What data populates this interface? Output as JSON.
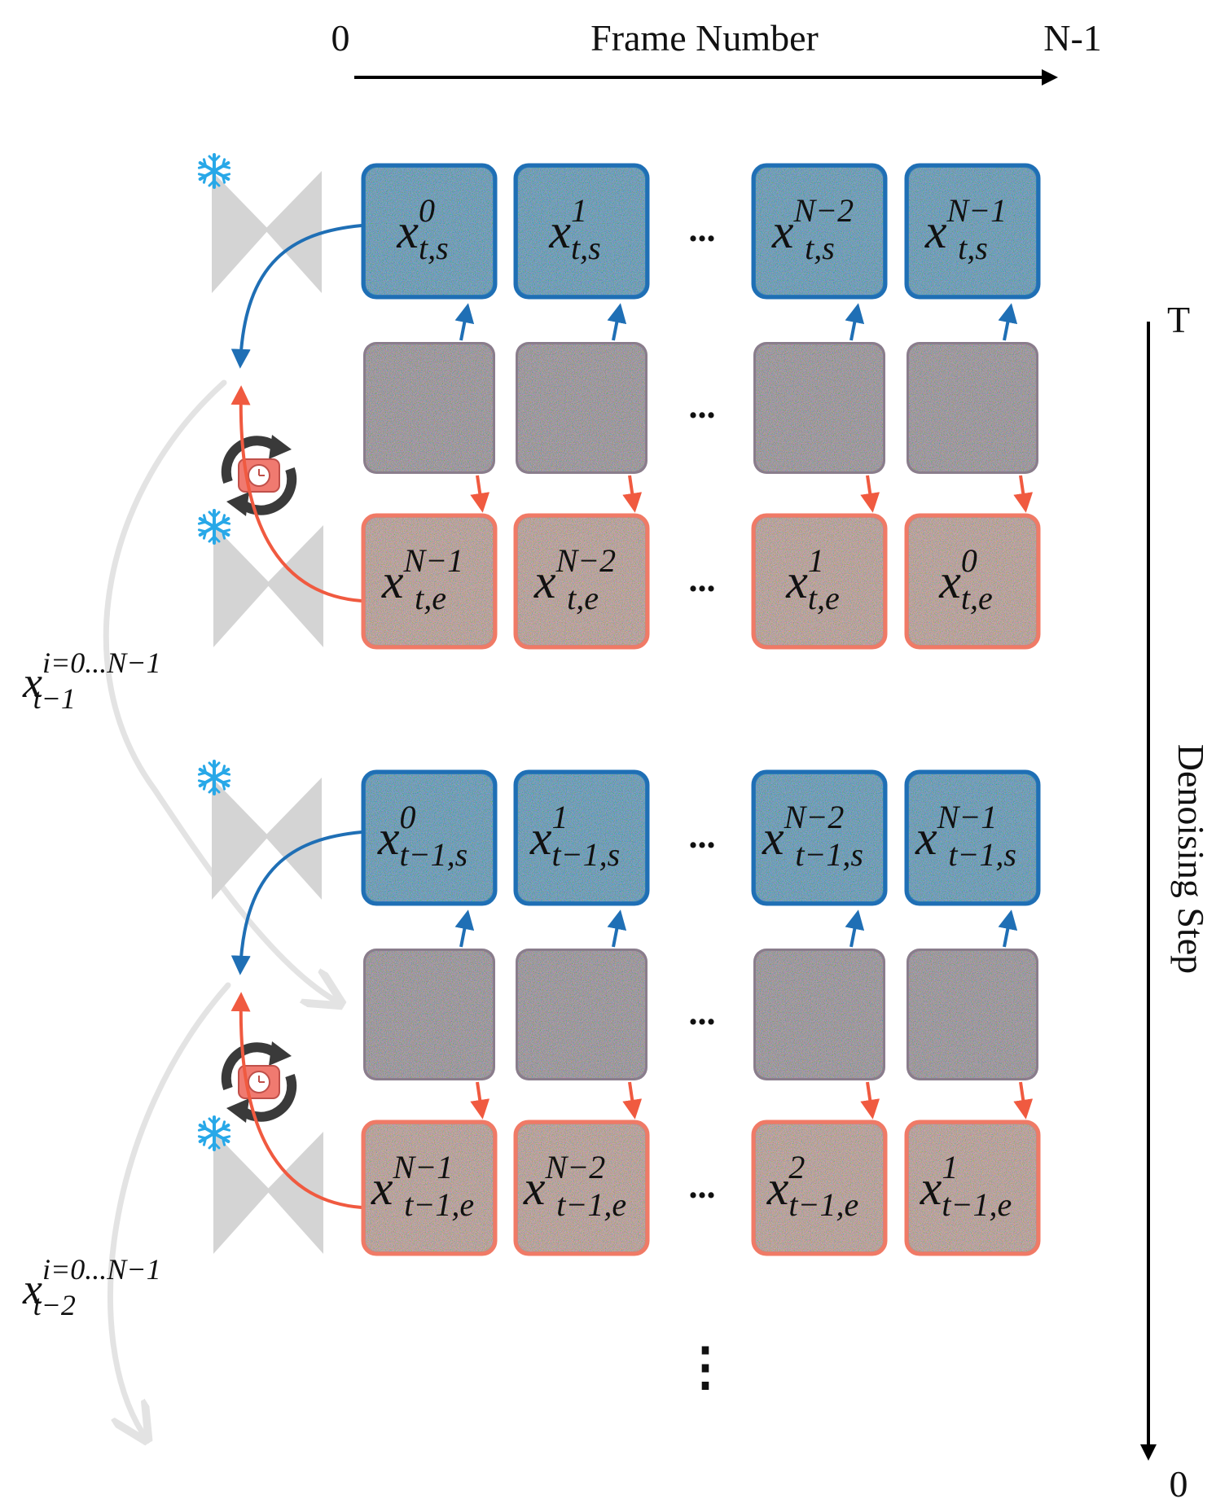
{
  "axes": {
    "frame_start": "0",
    "frame_title": "Frame Number",
    "frame_end": "N-1",
    "step_top": "T",
    "step_title": "Denoising Step",
    "step_bottom": "0"
  },
  "ellipsis": "...",
  "vertical_ellipsis": "⋮",
  "colors": {
    "blue_tile": "#3a86b8",
    "blue_border": "#1f6fb5",
    "red_tile": "#b98f8a",
    "red_border": "#f07a66",
    "noise_tile": "#8a7d8c",
    "blue_arrow": "#1f6fb5",
    "red_arrow": "#f05a40",
    "gray_arrow": "#e3e3e3",
    "model_gray": "#d4d4d4",
    "snowflake": "#28a8e8"
  },
  "icons": {
    "frozen": "snowflake-icon",
    "model": "hourglass-model-icon",
    "reverse": "clock-cycle-icon"
  },
  "blocks": [
    {
      "start_row": [
        {
          "base": "x",
          "sup": "0",
          "sub": "t,s"
        },
        {
          "base": "x",
          "sup": "1",
          "sub": "t,s"
        },
        {
          "base": "x",
          "sup": "N−2",
          "sub": "t,s"
        },
        {
          "base": "x",
          "sup": "N−1",
          "sub": "t,s"
        }
      ],
      "end_row": [
        {
          "base": "x",
          "sup": "N−1",
          "sub": "t,e"
        },
        {
          "base": "x",
          "sup": "N−2",
          "sub": "t,e"
        },
        {
          "base": "x",
          "sup": "1",
          "sub": "t,e"
        },
        {
          "base": "x",
          "sup": "0",
          "sub": "t,e"
        }
      ],
      "side_label": {
        "base": "x",
        "sup": "i=0...N−1",
        "sub": "t−1"
      }
    },
    {
      "start_row": [
        {
          "base": "x",
          "sup": "0",
          "sub": "t−1,s"
        },
        {
          "base": "x",
          "sup": "1",
          "sub": "t−1,s"
        },
        {
          "base": "x",
          "sup": "N−2",
          "sub": "t−1,s"
        },
        {
          "base": "x",
          "sup": "N−1",
          "sub": "t−1,s"
        }
      ],
      "end_row": [
        {
          "base": "x",
          "sup": "N−1",
          "sub": "t−1,e"
        },
        {
          "base": "x",
          "sup": "N−2",
          "sub": "t−1,e"
        },
        {
          "base": "x",
          "sup": "2",
          "sub": "t−1,e"
        },
        {
          "base": "x",
          "sup": "1",
          "sub": "t−1,e"
        }
      ],
      "side_label": {
        "base": "x",
        "sup": "i=0...N−1",
        "sub": "t−2"
      }
    }
  ]
}
